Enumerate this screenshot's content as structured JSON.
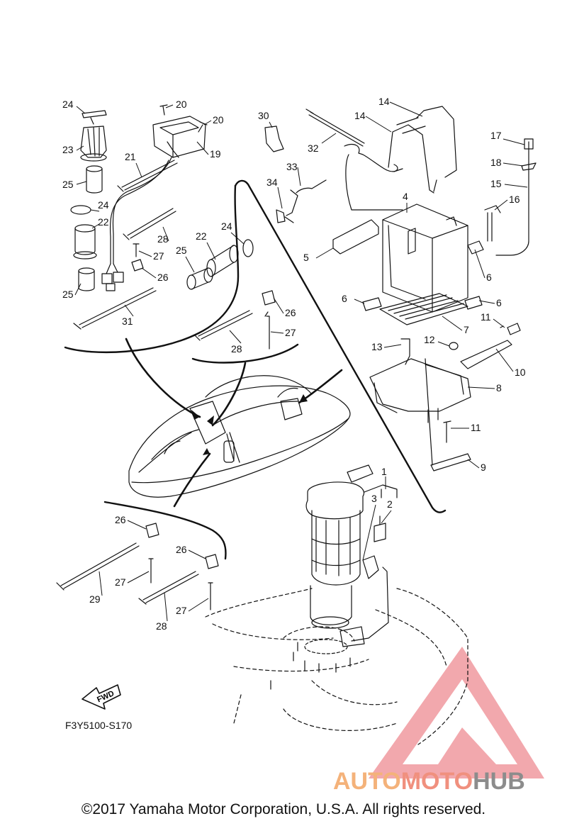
{
  "diagram": {
    "ref_code": "F3Y5100-S170",
    "fwd_label": "FWD",
    "copyright": "©2017 Yamaha Motor Corporation, U.S.A. All rights reserved.",
    "watermark": {
      "part1": "AUTO",
      "part2": "MOTO",
      "part3": "HUB",
      "colors": [
        "#f4b27a",
        "#f0907e",
        "#8c8c8c"
      ]
    },
    "callouts": [
      {
        "id": "c-24a",
        "text": "24"
      },
      {
        "id": "c-23",
        "text": "23"
      },
      {
        "id": "c-25a",
        "text": "25"
      },
      {
        "id": "c-20a",
        "text": "20"
      },
      {
        "id": "c-20b",
        "text": "20"
      },
      {
        "id": "c-19",
        "text": "19"
      },
      {
        "id": "c-21",
        "text": "21"
      },
      {
        "id": "c-24b",
        "text": "24"
      },
      {
        "id": "c-22a",
        "text": "22"
      },
      {
        "id": "c-28a",
        "text": "28"
      },
      {
        "id": "c-27a",
        "text": "27"
      },
      {
        "id": "c-26a",
        "text": "26"
      },
      {
        "id": "c-25b",
        "text": "25"
      },
      {
        "id": "c-22b",
        "text": "22"
      },
      {
        "id": "c-24c",
        "text": "24"
      },
      {
        "id": "c-25c",
        "text": "25"
      },
      {
        "id": "c-31",
        "text": "31"
      },
      {
        "id": "c-26b",
        "text": "26"
      },
      {
        "id": "c-27b",
        "text": "27"
      },
      {
        "id": "c-28b",
        "text": "28"
      },
      {
        "id": "c-30",
        "text": "30"
      },
      {
        "id": "c-32",
        "text": "32"
      },
      {
        "id": "c-14a",
        "text": "14"
      },
      {
        "id": "c-14b",
        "text": "14"
      },
      {
        "id": "c-33",
        "text": "33"
      },
      {
        "id": "c-34",
        "text": "34"
      },
      {
        "id": "c-4",
        "text": "4"
      },
      {
        "id": "c-5",
        "text": "5"
      },
      {
        "id": "c-6a",
        "text": "6"
      },
      {
        "id": "c-6b",
        "text": "6"
      },
      {
        "id": "c-6c",
        "text": "6"
      },
      {
        "id": "c-7",
        "text": "7"
      },
      {
        "id": "c-17",
        "text": "17"
      },
      {
        "id": "c-18",
        "text": "18"
      },
      {
        "id": "c-15",
        "text": "15"
      },
      {
        "id": "c-16",
        "text": "16"
      },
      {
        "id": "c-11a",
        "text": "11"
      },
      {
        "id": "c-10",
        "text": "10"
      },
      {
        "id": "c-13",
        "text": "13"
      },
      {
        "id": "c-12",
        "text": "12"
      },
      {
        "id": "c-8",
        "text": "8"
      },
      {
        "id": "c-11b",
        "text": "11"
      },
      {
        "id": "c-9",
        "text": "9"
      },
      {
        "id": "c-1",
        "text": "1"
      },
      {
        "id": "c-3",
        "text": "3"
      },
      {
        "id": "c-2",
        "text": "2"
      },
      {
        "id": "c-26c",
        "text": "26"
      },
      {
        "id": "c-26d",
        "text": "26"
      },
      {
        "id": "c-27c",
        "text": "27"
      },
      {
        "id": "c-29",
        "text": "29"
      },
      {
        "id": "c-27d",
        "text": "27"
      },
      {
        "id": "c-28c",
        "text": "28"
      }
    ]
  }
}
